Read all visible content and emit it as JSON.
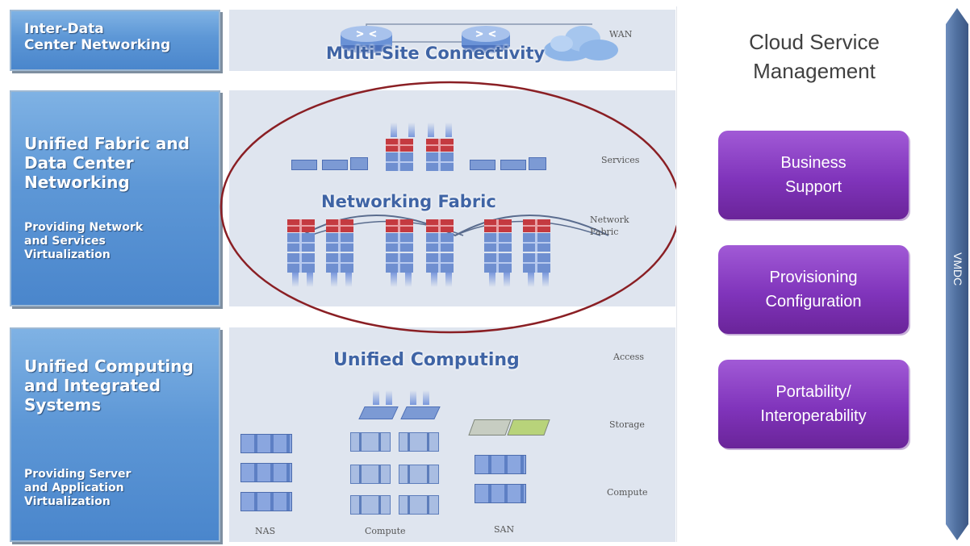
{
  "left_panels": [
    {
      "title": "Inter-Data\nCenter Networking",
      "subtitle": ""
    },
    {
      "title": "Unified Fabric and\nData Center\nNetworking",
      "subtitle": "Providing Network\nand Services\nVirtualization"
    },
    {
      "title": "Unified Computing\nand Integrated\nSystems",
      "subtitle": "Providing Server\nand Application\nVirtualization"
    }
  ],
  "middle": {
    "wan": {
      "title": "Multi-Site Connectivity",
      "wan_label": "WAN"
    },
    "fabric": {
      "title": "Networking Fabric",
      "services_label": "Services",
      "network_fabric_label": "Network\nFabric"
    },
    "computing": {
      "title": "Unified Computing",
      "access_label": "Access",
      "storage_label": "Storage",
      "compute_label": "Compute",
      "nas_label": "NAS",
      "compute_bottom_label": "Compute",
      "san_label": "SAN"
    }
  },
  "right": {
    "title": "Cloud Service\nManagement",
    "buttons": [
      "Business\nSupport",
      "Provisioning\nConfiguration",
      "Portability/\nInteroperability"
    ],
    "vmdc_label": "VMDC"
  },
  "colors": {
    "left_panel_blue": "#5d97d6",
    "band": "#dfe5ef",
    "title_blue": "#3f64a5",
    "purple_button": "#8034bb",
    "highlight_ellipse": "#8a1f24",
    "vmdc_arrow": "#4f6f9e"
  },
  "icons": [
    "router-icon",
    "cloud-icon",
    "switch-icon",
    "server-rack-icon",
    "blade-server-icon",
    "storage-array-icon",
    "ucs-fabric-icon"
  ]
}
